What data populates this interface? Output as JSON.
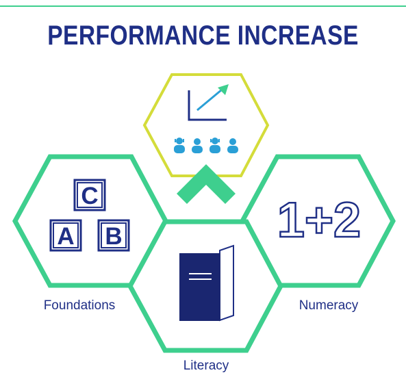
{
  "title": "PERFORMANCE INCREASE",
  "hexagons": {
    "performance": {
      "border_color": "#d4dc3a",
      "icons": [
        "chart-arrow-icon",
        "students-icon"
      ]
    },
    "foundations": {
      "label": "Foundations",
      "border_color": "#3ecf8e",
      "icon": "abc-blocks-icon",
      "blocks": [
        "C",
        "A",
        "B"
      ]
    },
    "literacy": {
      "label": "Literacy",
      "border_color": "#3ecf8e",
      "icon": "book-icon"
    },
    "numeracy": {
      "label": "Numeracy",
      "border_color": "#3ecf8e",
      "icon": "one-plus-two-icon",
      "text": "1+2"
    }
  },
  "arrow": {
    "icon": "chevron-up-icon",
    "color": "#3ecf8e"
  },
  "colors": {
    "primary": "#1f2f86",
    "accent_green": "#3ecf8e",
    "accent_yellow": "#d4dc3a",
    "icon_blue": "#2a9fd6"
  }
}
